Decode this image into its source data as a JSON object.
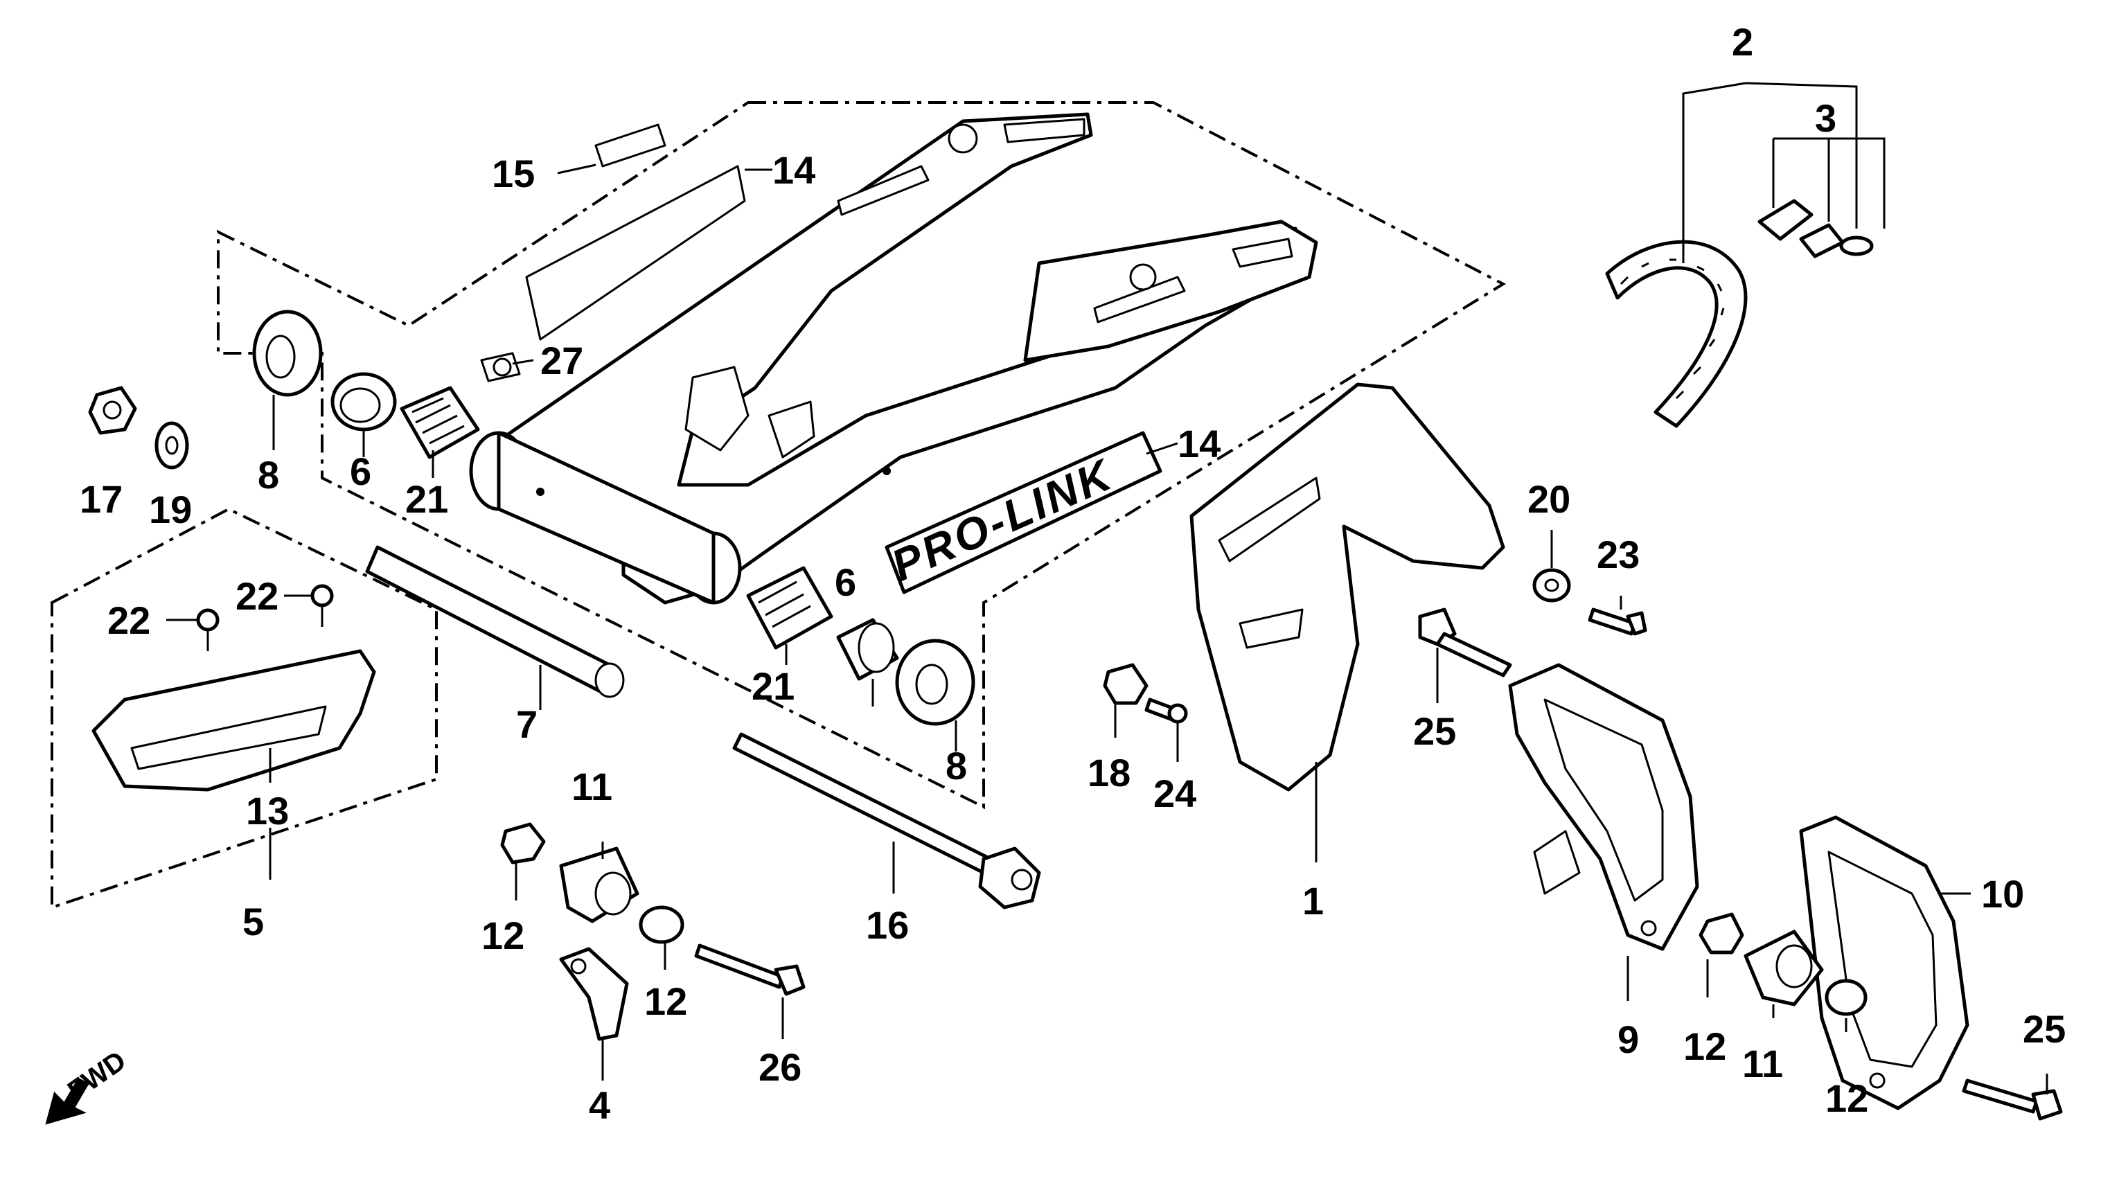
{
  "diagram": {
    "brand_text": "PRO-LINK",
    "direction_label": "FWD",
    "callouts": [
      {
        "id": "c1",
        "text": "1"
      },
      {
        "id": "c2",
        "text": "2"
      },
      {
        "id": "c3",
        "text": "3"
      },
      {
        "id": "c4",
        "text": "4"
      },
      {
        "id": "c5",
        "text": "5"
      },
      {
        "id": "c6a",
        "text": "6"
      },
      {
        "id": "c6b",
        "text": "6"
      },
      {
        "id": "c7",
        "text": "7"
      },
      {
        "id": "c8a",
        "text": "8"
      },
      {
        "id": "c8b",
        "text": "8"
      },
      {
        "id": "c9",
        "text": "9"
      },
      {
        "id": "c10",
        "text": "10"
      },
      {
        "id": "c11a",
        "text": "11"
      },
      {
        "id": "c11b",
        "text": "11"
      },
      {
        "id": "c12a",
        "text": "12"
      },
      {
        "id": "c12b",
        "text": "12"
      },
      {
        "id": "c12c",
        "text": "12"
      },
      {
        "id": "c12d",
        "text": "12"
      },
      {
        "id": "c13",
        "text": "13"
      },
      {
        "id": "c14a",
        "text": "14"
      },
      {
        "id": "c14b",
        "text": "14"
      },
      {
        "id": "c15",
        "text": "15"
      },
      {
        "id": "c16",
        "text": "16"
      },
      {
        "id": "c17",
        "text": "17"
      },
      {
        "id": "c18",
        "text": "18"
      },
      {
        "id": "c19",
        "text": "19"
      },
      {
        "id": "c20",
        "text": "20"
      },
      {
        "id": "c21a",
        "text": "21"
      },
      {
        "id": "c21b",
        "text": "21"
      },
      {
        "id": "c22a",
        "text": "22"
      },
      {
        "id": "c22b",
        "text": "22"
      },
      {
        "id": "c23",
        "text": "23"
      },
      {
        "id": "c24",
        "text": "24"
      },
      {
        "id": "c25a",
        "text": "25"
      },
      {
        "id": "c25b",
        "text": "25"
      },
      {
        "id": "c26",
        "text": "26"
      },
      {
        "id": "c27",
        "text": "27"
      }
    ]
  }
}
